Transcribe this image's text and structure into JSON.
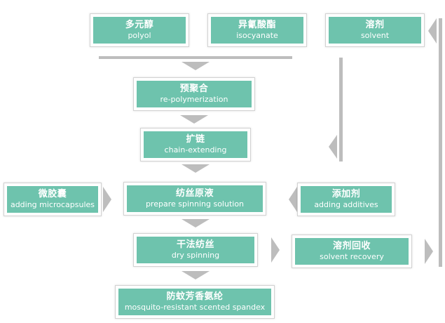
{
  "colors": {
    "box_fill": "#6ec3ad",
    "box_border": "#d2d2d2",
    "arrow": "#bdbdbd"
  },
  "inputs": {
    "polyol": {
      "zh": "多元醇",
      "en": "polyol"
    },
    "isocyanate": {
      "zh": "异氰酸酯",
      "en": "isocyanate"
    },
    "solvent": {
      "zh": "溶剂",
      "en": "solvent"
    }
  },
  "steps": {
    "prepolymerization": {
      "zh": "预聚合",
      "en": "re-polymerization"
    },
    "chain_extending": {
      "zh": "扩链",
      "en": "chain-extending"
    },
    "spinning_solution": {
      "zh": "纺丝原液",
      "en": "prepare spinning solution"
    },
    "dry_spinning": {
      "zh": "干法纺丝",
      "en": "dry spinning"
    },
    "product": {
      "zh": "防蚊芳香氨纶",
      "en": "mosquito-resistant scented spandex"
    }
  },
  "side_inputs": {
    "microcapsules": {
      "zh": "微胶囊",
      "en": "adding microcapsules"
    },
    "additives": {
      "zh": "添加剂",
      "en": "adding additives"
    }
  },
  "recovery": {
    "zh": "溶剂回收",
    "en": "solvent recovery"
  }
}
